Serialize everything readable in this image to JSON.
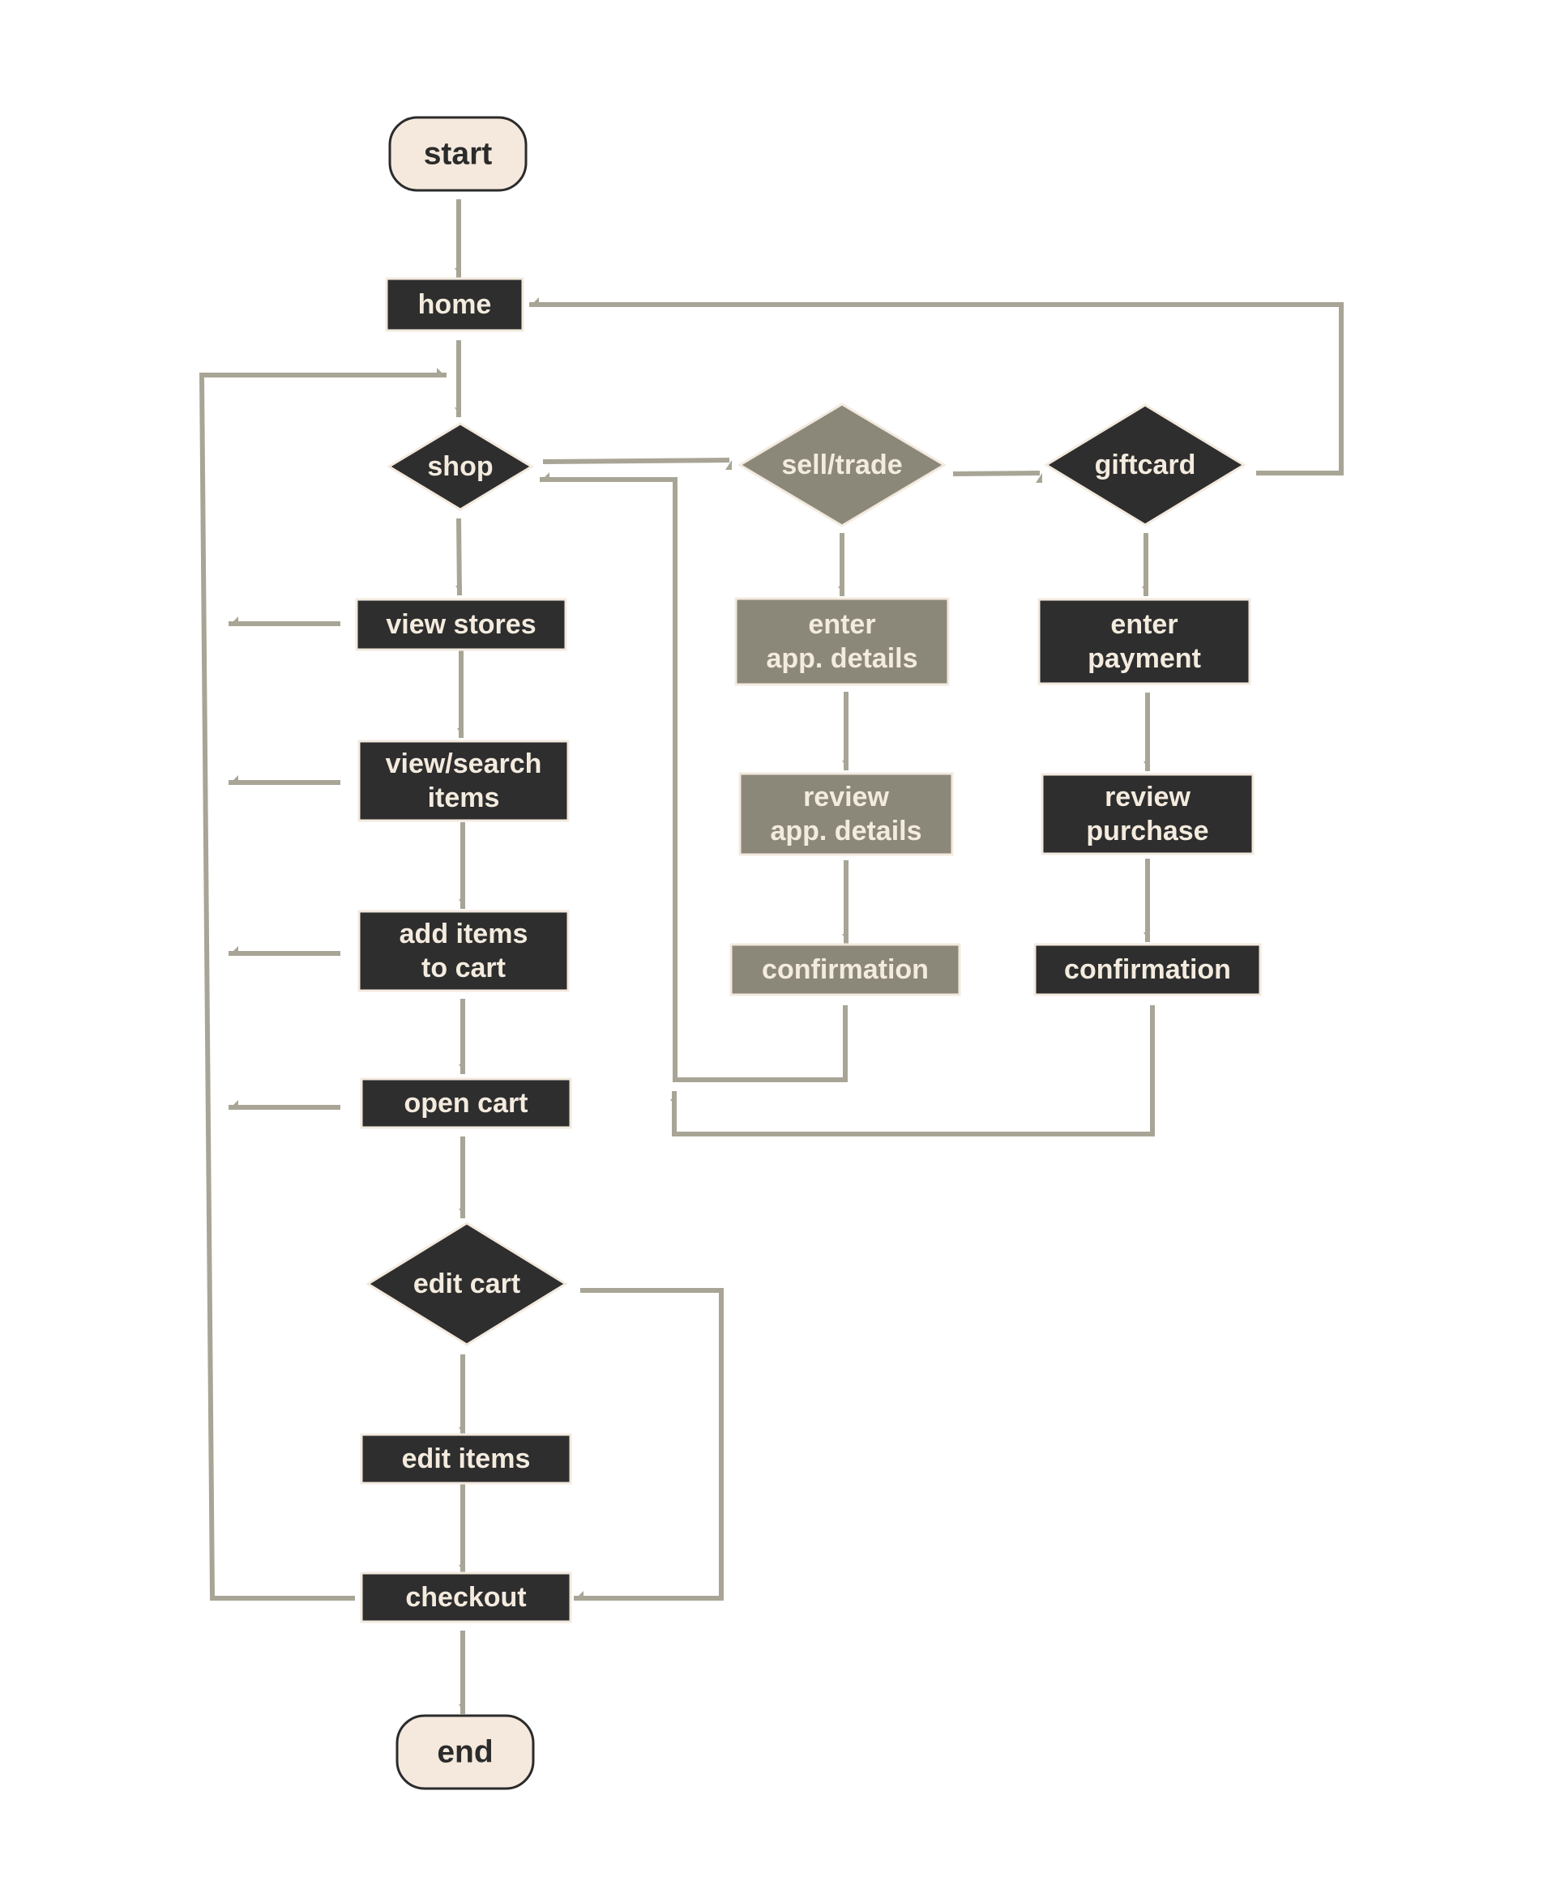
{
  "colors": {
    "background": "#ffffff",
    "node_dark": "#2e2e2e",
    "node_grey": "#8c8879",
    "node_terminal": "#f4e9dc",
    "node_outline": "#f3eadf",
    "terminal_outline": "#2b2b2b",
    "edge": "#a8a596",
    "text_light": "#f4ebdf",
    "text_dark": "#2b2b2b"
  },
  "nodes": {
    "start": {
      "lines": [
        "start"
      ],
      "shape": "terminal"
    },
    "home": {
      "lines": [
        "home"
      ],
      "shape": "process"
    },
    "shop": {
      "lines": [
        "shop"
      ],
      "shape": "decision"
    },
    "sell_trade": {
      "lines": [
        "sell/trade"
      ],
      "shape": "decision",
      "tone": "grey"
    },
    "giftcard": {
      "lines": [
        "giftcard"
      ],
      "shape": "decision"
    },
    "view_stores": {
      "lines": [
        "view stores"
      ],
      "shape": "process"
    },
    "view_search_items": {
      "lines": [
        "view/search",
        "items"
      ],
      "shape": "process"
    },
    "add_items_to_cart": {
      "lines": [
        "add items",
        "to cart"
      ],
      "shape": "process"
    },
    "open_cart": {
      "lines": [
        "open cart"
      ],
      "shape": "process"
    },
    "edit_cart": {
      "lines": [
        "edit cart"
      ],
      "shape": "decision"
    },
    "edit_items": {
      "lines": [
        "edit items"
      ],
      "shape": "process"
    },
    "checkout": {
      "lines": [
        "checkout"
      ],
      "shape": "process"
    },
    "end": {
      "lines": [
        "end"
      ],
      "shape": "terminal"
    },
    "enter_app_details": {
      "lines": [
        "enter",
        "app. details"
      ],
      "shape": "process",
      "tone": "grey"
    },
    "review_app_details": {
      "lines": [
        "review",
        "app. details"
      ],
      "shape": "process",
      "tone": "grey"
    },
    "confirmation_trade": {
      "lines": [
        "confirmation"
      ],
      "shape": "process",
      "tone": "grey"
    },
    "enter_payment": {
      "lines": [
        "enter",
        "payment"
      ],
      "shape": "process"
    },
    "review_purchase": {
      "lines": [
        "review",
        "purchase"
      ],
      "shape": "process"
    },
    "confirmation_giftcard": {
      "lines": [
        "confirmation"
      ],
      "shape": "process"
    }
  },
  "edges": [
    {
      "from": "start",
      "to": "home"
    },
    {
      "from": "home",
      "to": "shop"
    },
    {
      "from": "shop",
      "to": "sell_trade"
    },
    {
      "from": "sell_trade",
      "to": "giftcard"
    },
    {
      "from": "giftcard",
      "to": "home"
    },
    {
      "from": "shop",
      "to": "view_stores"
    },
    {
      "from": "view_stores",
      "to": "view_search_items"
    },
    {
      "from": "view_search_items",
      "to": "add_items_to_cart"
    },
    {
      "from": "add_items_to_cart",
      "to": "open_cart"
    },
    {
      "from": "open_cart",
      "to": "edit_cart"
    },
    {
      "from": "edit_cart",
      "to": "edit_items"
    },
    {
      "from": "edit_items",
      "to": "checkout"
    },
    {
      "from": "edit_cart",
      "to": "checkout"
    },
    {
      "from": "checkout",
      "to": "end"
    },
    {
      "from": "sell_trade",
      "to": "enter_app_details"
    },
    {
      "from": "enter_app_details",
      "to": "review_app_details"
    },
    {
      "from": "review_app_details",
      "to": "confirmation_trade"
    },
    {
      "from": "confirmation_trade",
      "to": "shop"
    },
    {
      "from": "giftcard",
      "to": "enter_payment"
    },
    {
      "from": "enter_payment",
      "to": "review_purchase"
    },
    {
      "from": "review_purchase",
      "to": "confirmation_giftcard"
    },
    {
      "from": "confirmation_giftcard",
      "to": "shop"
    },
    {
      "from": "view_stores",
      "to": "checkout"
    },
    {
      "from": "view_search_items",
      "to": "checkout"
    },
    {
      "from": "add_items_to_cart",
      "to": "checkout"
    },
    {
      "from": "open_cart",
      "to": "checkout"
    },
    {
      "from": "checkout",
      "to": "shop"
    }
  ]
}
